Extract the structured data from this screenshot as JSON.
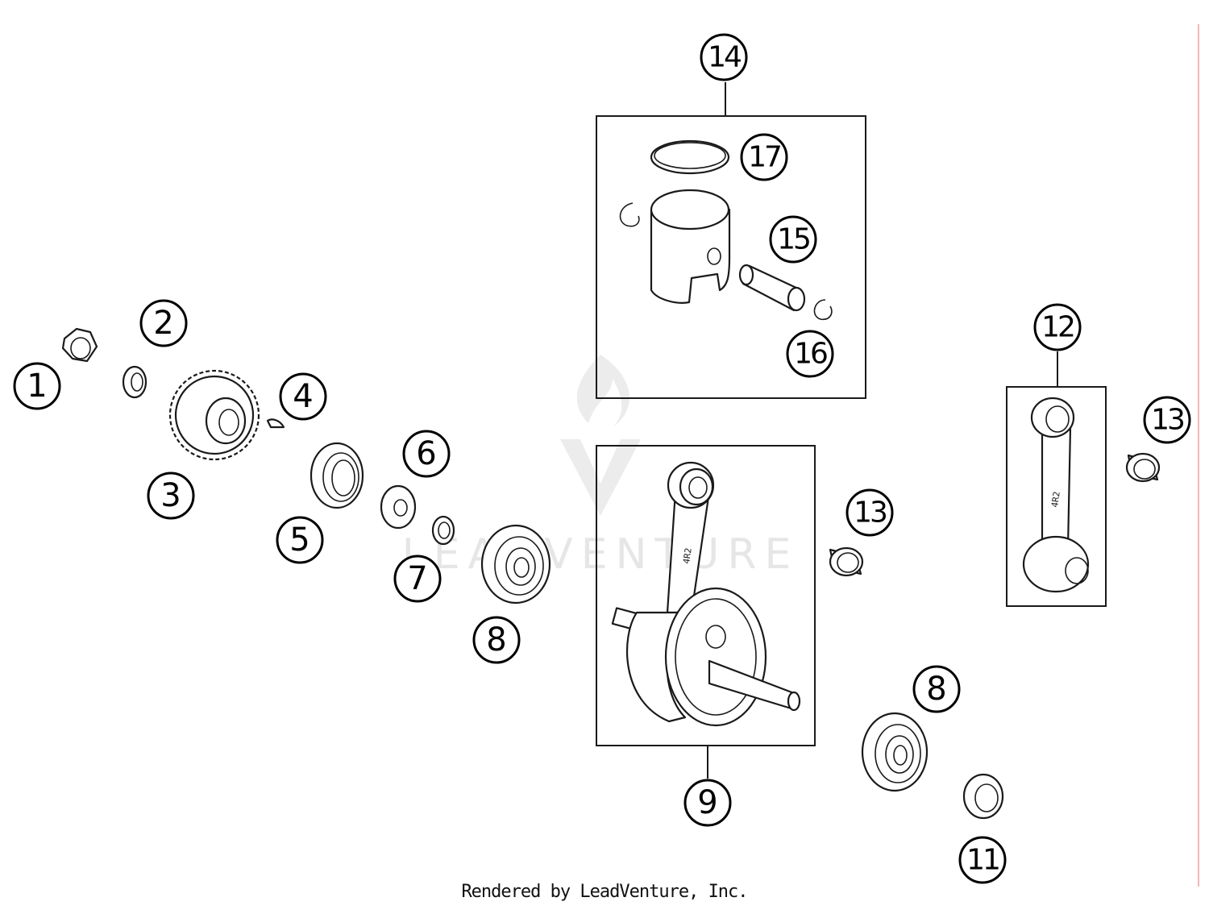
{
  "callouts": [
    {
      "id": "1",
      "label": "1"
    },
    {
      "id": "2",
      "label": "2"
    },
    {
      "id": "3",
      "label": "3"
    },
    {
      "id": "4",
      "label": "4"
    },
    {
      "id": "5",
      "label": "5"
    },
    {
      "id": "6",
      "label": "6"
    },
    {
      "id": "7",
      "label": "7"
    },
    {
      "id": "8a",
      "label": "8"
    },
    {
      "id": "8b",
      "label": "8"
    },
    {
      "id": "9",
      "label": "9"
    },
    {
      "id": "11",
      "label": "11"
    },
    {
      "id": "12",
      "label": "12"
    },
    {
      "id": "13a",
      "label": "13"
    },
    {
      "id": "13b",
      "label": "13"
    },
    {
      "id": "14",
      "label": "14"
    },
    {
      "id": "15",
      "label": "15"
    },
    {
      "id": "16",
      "label": "16"
    },
    {
      "id": "17",
      "label": "17"
    }
  ],
  "rod_marking": "4R2",
  "watermark": "LEADVENTURE",
  "footer": "Rendered by LeadVenture, Inc."
}
